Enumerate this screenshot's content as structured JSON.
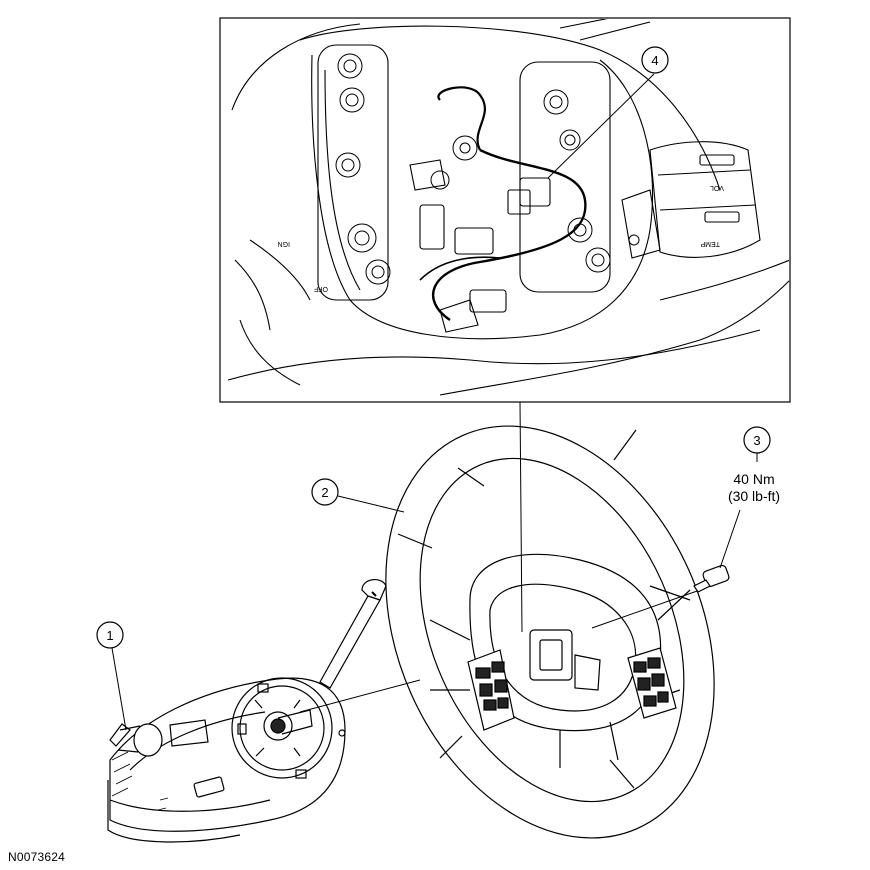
{
  "figure_id": "N0073624",
  "callouts": [
    {
      "number": "1"
    },
    {
      "number": "2"
    },
    {
      "number": "3",
      "spec_line1": "40 Nm",
      "spec_line2": "(30 lb-ft)"
    },
    {
      "number": "4"
    }
  ],
  "detail_text": {
    "ign_label": "IGN",
    "off_label": "OFF",
    "vol_label": "VOL",
    "temp_label": "TEMP"
  }
}
